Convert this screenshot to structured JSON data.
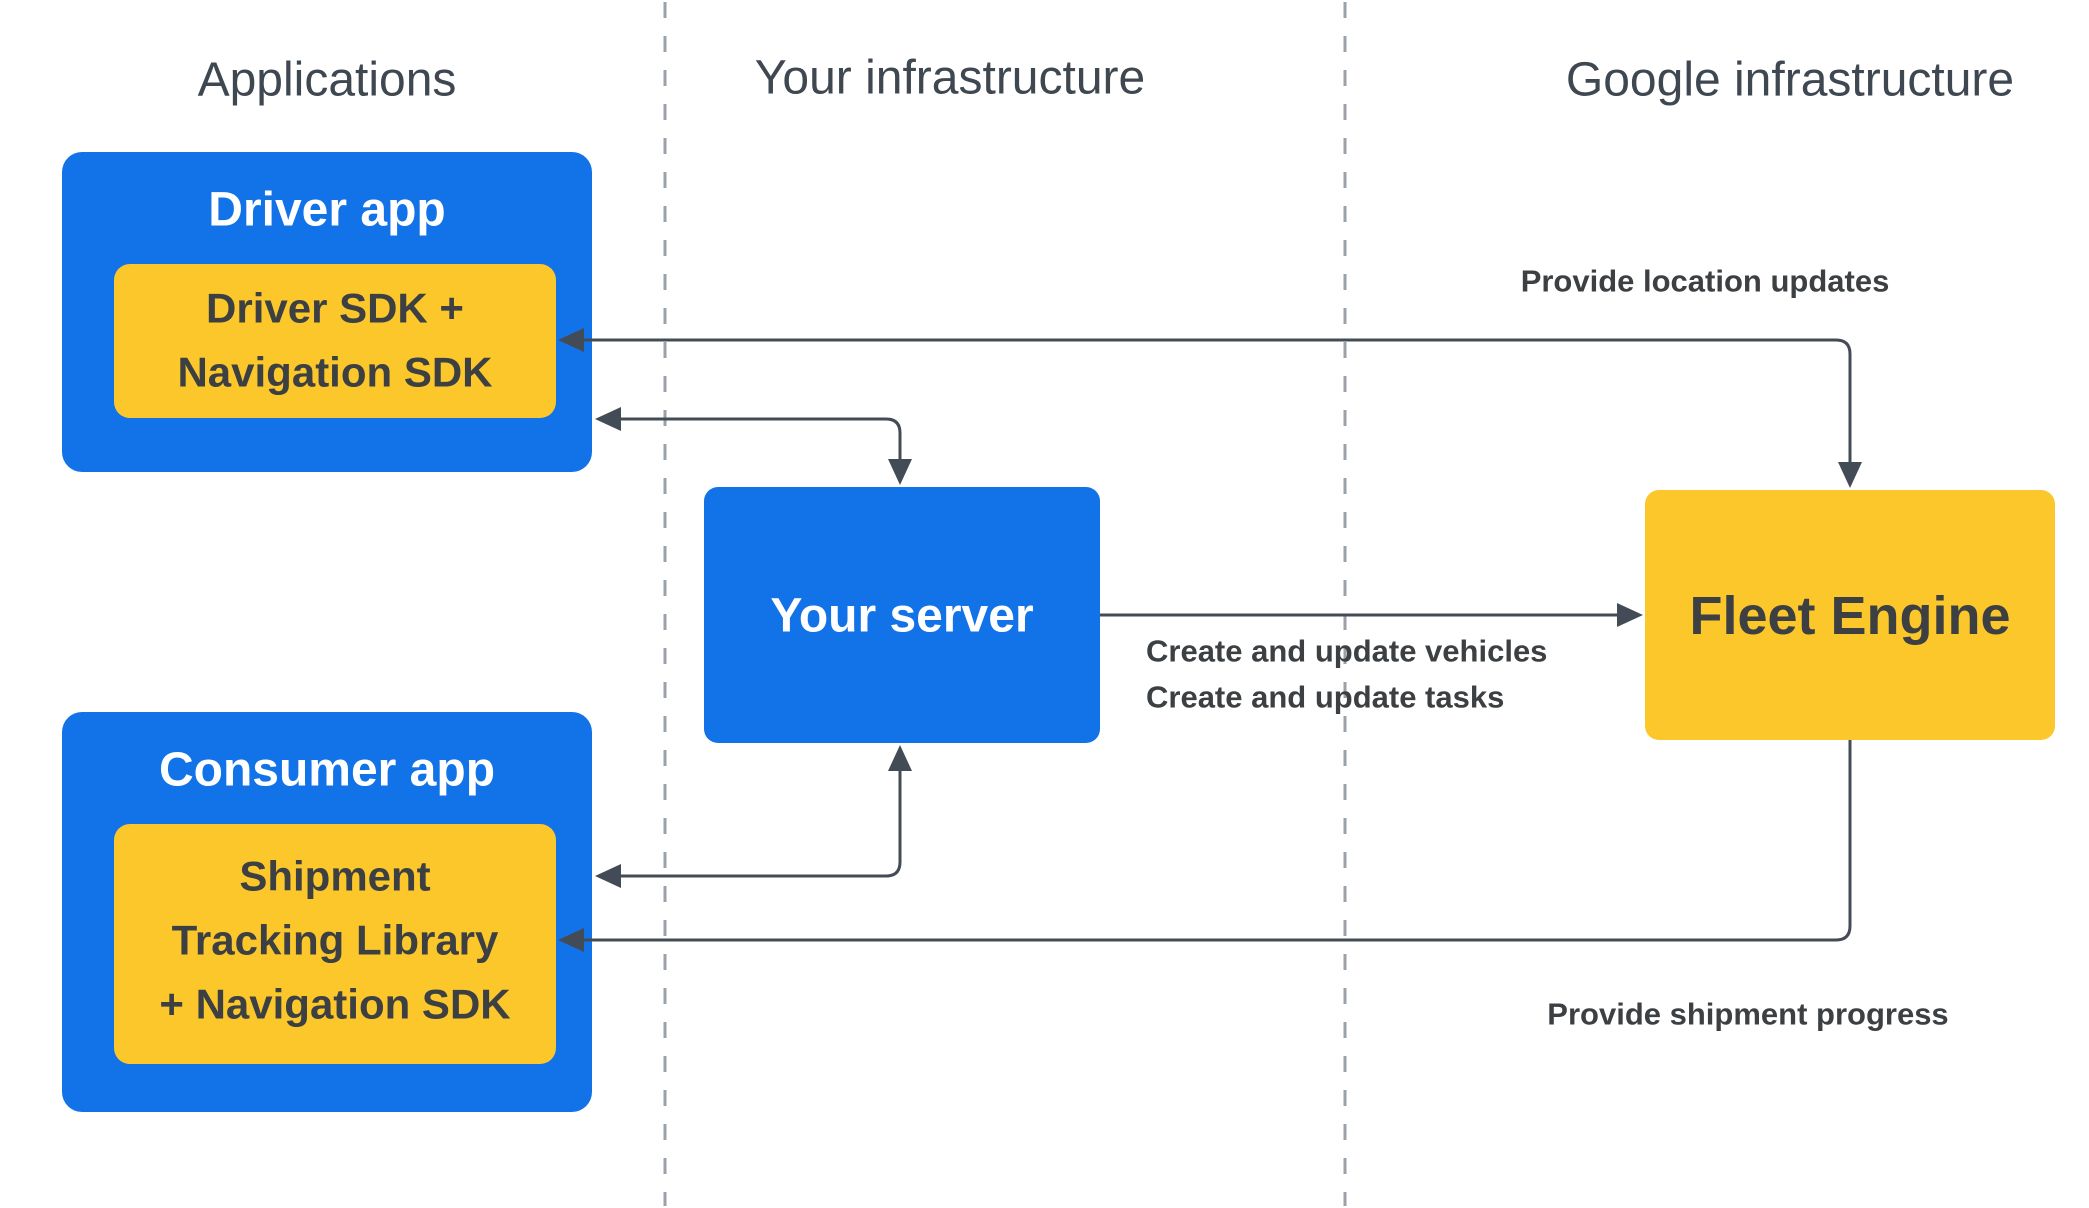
{
  "diagram": {
    "columns": [
      {
        "label": "Applications"
      },
      {
        "label": "Your infrastructure"
      },
      {
        "label": "Google infrastructure"
      }
    ],
    "nodes": {
      "driver_app": {
        "title": "Driver app",
        "sdk_line1": "Driver SDK +",
        "sdk_line2": "Navigation SDK"
      },
      "consumer_app": {
        "title": "Consumer app",
        "sdk_line1": "Shipment",
        "sdk_line2": "Tracking Library",
        "sdk_line3": "+ Navigation SDK"
      },
      "your_server": {
        "title": "Your server"
      },
      "fleet_engine": {
        "title": "Fleet Engine"
      }
    },
    "edges": {
      "location_updates": {
        "label": "Provide location updates"
      },
      "server_to_fleet": {
        "label_line1": "Create and update vehicles",
        "label_line2": "Create and update tasks"
      },
      "shipment_progress": {
        "label": "Provide shipment progress"
      }
    },
    "colors": {
      "blue": "#1273e8",
      "yellow": "#fcc72b",
      "text_dark": "#3c4043",
      "text_light": "#ffffff",
      "header": "#3f4751",
      "arrow": "#434c56",
      "dash": "#9aa1a8"
    }
  }
}
